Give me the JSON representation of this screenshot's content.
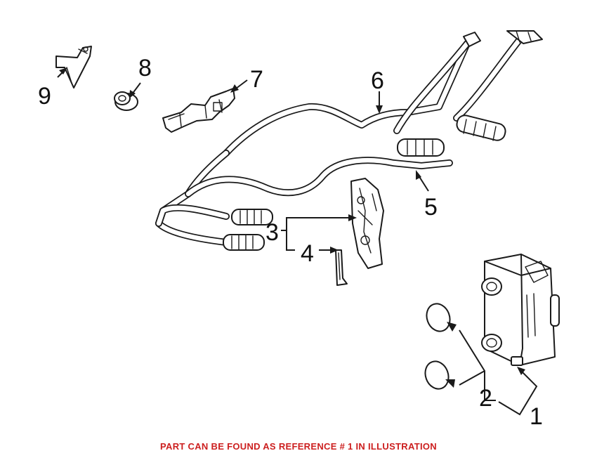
{
  "callouts": {
    "c1": "1",
    "c2": "2",
    "c3": "3",
    "c4": "4",
    "c5": "5",
    "c6": "6",
    "c7": "7",
    "c8": "8",
    "c9": "9"
  },
  "footer": {
    "note": "PART CAN BE FOUND AS REFERENCE # 1 IN ILLUSTRATION",
    "note_color": "#cc1f1f"
  },
  "colors": {
    "line": "#1a1a1a",
    "background": "#ffffff"
  }
}
